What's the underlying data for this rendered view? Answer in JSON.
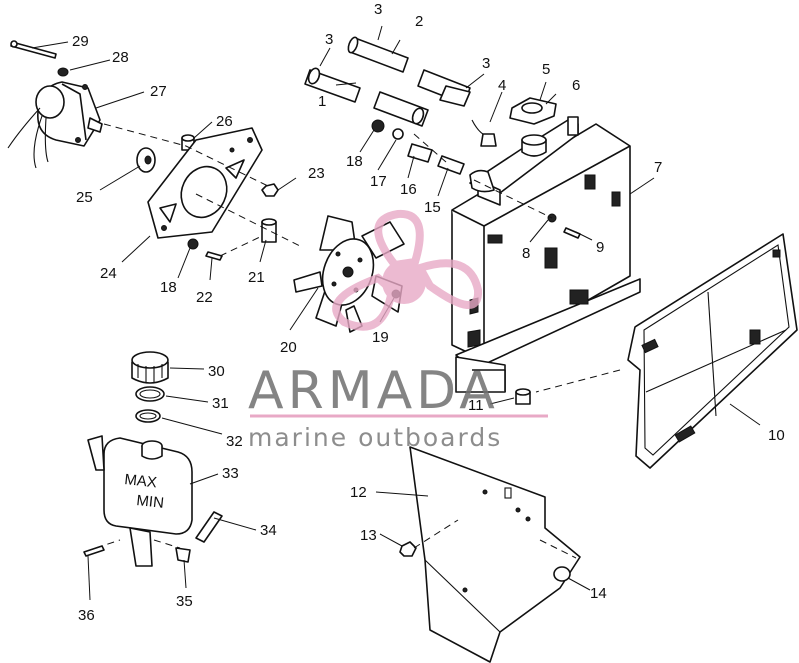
{
  "watermark": {
    "brand": "ARMADA",
    "tagline": "marine outboards",
    "logo_color": "#e8a9c6",
    "text_color": "#6f6f6f"
  },
  "callouts": {
    "c1": "1",
    "c2": "2",
    "c3a": "3",
    "c3b": "3",
    "c4": "4",
    "c5": "5",
    "c6": "6",
    "c7": "7",
    "c8": "8",
    "c9": "9",
    "c10": "10",
    "c11": "11",
    "c12": "12",
    "c13": "13",
    "c14": "14",
    "c15": "15",
    "c16": "16",
    "c17": "17",
    "c18a": "18",
    "c18b": "18",
    "c19": "19",
    "c20": "20",
    "c21": "21",
    "c22": "22",
    "c23": "23",
    "c24": "24",
    "c25": "25",
    "c26": "26",
    "c27": "27",
    "c28": "28",
    "c29": "29",
    "c30": "30",
    "c31": "31",
    "c32": "32",
    "c33": "33",
    "c34": "34",
    "c35": "35",
    "c36": "36"
  },
  "tank_labels": {
    "max": "MAX",
    "min": "MIN"
  }
}
